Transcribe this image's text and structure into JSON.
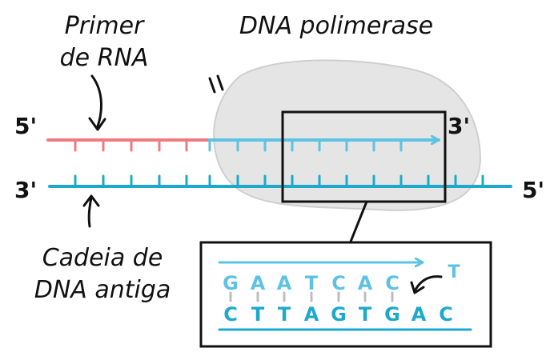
{
  "labels": {
    "primer_line1": "Primer",
    "primer_line2": "de RNA",
    "polymerase": "DNA polimerase",
    "old_strand_line1": "Cadeia de",
    "old_strand_line2": "DNA antiga"
  },
  "strand_ends": {
    "top_left": "5'",
    "top_right": "3'",
    "bottom_left": "3'",
    "bottom_right": "5'"
  },
  "zoom": {
    "new_bases": [
      "G",
      "A",
      "A",
      "T",
      "C",
      "A",
      "C"
    ],
    "incoming_base": "T",
    "template_bases": [
      "C",
      "T",
      "T",
      "A",
      "G",
      "T",
      "G",
      "A",
      "C"
    ]
  },
  "colors": {
    "rna_primer": "#ef7b80",
    "new_dna": "#5cc3e3",
    "template_dna": "#1ea9cc",
    "enzyme_fill": "#e5e5e5",
    "enzyme_stroke": "#cfcfcf",
    "ink": "#111111"
  }
}
